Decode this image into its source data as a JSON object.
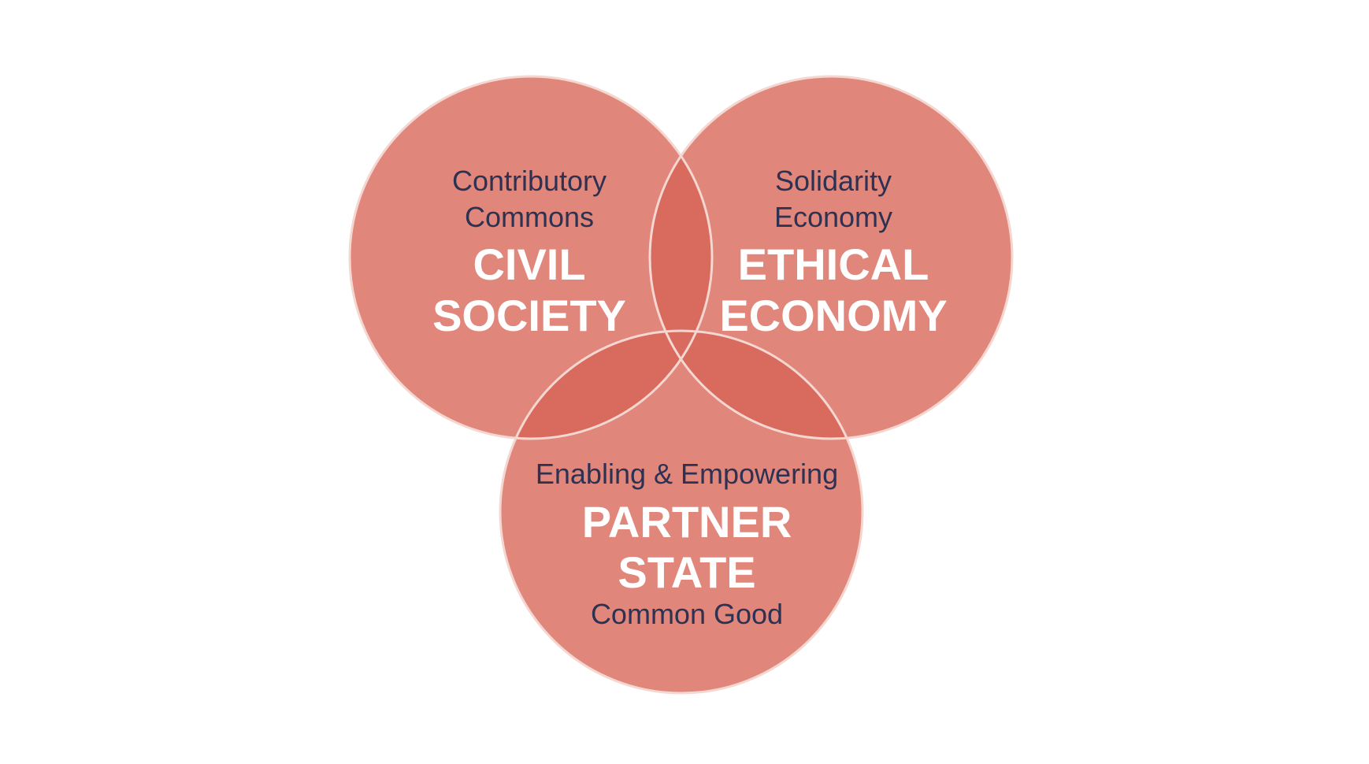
{
  "colors": {
    "circle_fill": "#e1867a",
    "overlap_fill": "#d96a5e",
    "outline": "#f4d7d1",
    "sub_text": "#2d3152",
    "main_text": "#ffffff"
  },
  "circles": [
    {
      "id": "civil-society",
      "subtitle_lines": [
        "Contributory",
        "Commons"
      ],
      "title_lines": [
        "CIVIL",
        "SOCIETY"
      ],
      "footer_lines": []
    },
    {
      "id": "ethical-economy",
      "subtitle_lines": [
        "Solidarity",
        "Economy"
      ],
      "title_lines": [
        "ETHICAL",
        "ECONOMY"
      ],
      "footer_lines": []
    },
    {
      "id": "partner-state",
      "subtitle_lines": [
        "Enabling & Empowering"
      ],
      "title_lines": [
        "PARTNER",
        "STATE"
      ],
      "footer_lines": [
        "Common Good"
      ]
    }
  ]
}
